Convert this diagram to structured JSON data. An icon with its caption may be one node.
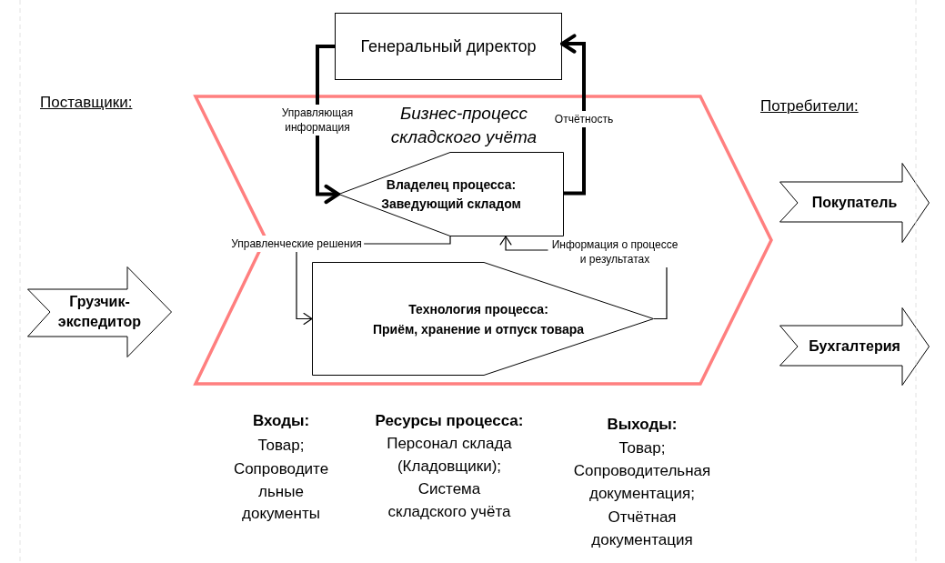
{
  "diagram": {
    "nodes": [
      {
        "text": [
          "Генеральный директор"
        ]
      },
      {
        "text": [
          "Бизнес-процесс складского учёта"
        ]
      },
      {
        "text": [
          "Владелец процесса:",
          "Заведующий складом"
        ],
        "in": 1
      },
      {
        "text": [
          "Технология процесса:",
          "Приём, хранение и отпуск товара"
        ],
        "in": 1
      },
      {
        "text": [
          "Грузчик-экспедитор"
        ]
      },
      {
        "text": [
          "Покупатель"
        ]
      },
      {
        "text": [
          "Бухгалтерия"
        ]
      }
    ],
    "edges": [
      {
        "from": 0,
        "to": 2,
        "arrow": "to",
        "label": "Управляющая информация",
        "style": "thick"
      },
      {
        "from": 2,
        "to": 0,
        "arrow": "to",
        "label": "Отчётность",
        "style": "thick"
      },
      {
        "from": 2,
        "to": 3,
        "arrow": "to",
        "label": "Управленческие решения"
      },
      {
        "from": 3,
        "to": 2,
        "arrow": "to",
        "label": "Информация о процессе и результатах"
      }
    ],
    "labels": [
      "Поставщики:",
      "Потребители:",
      "Входы:",
      "Товар;",
      "Сопроводительные документы",
      "Ресурсы процесса:",
      "Персонал склада (Кладовщики);",
      "Система складского учёта",
      "Выходы:",
      "Товар;",
      "Сопроводительная документация;",
      "Отчётная документация"
    ]
  }
}
